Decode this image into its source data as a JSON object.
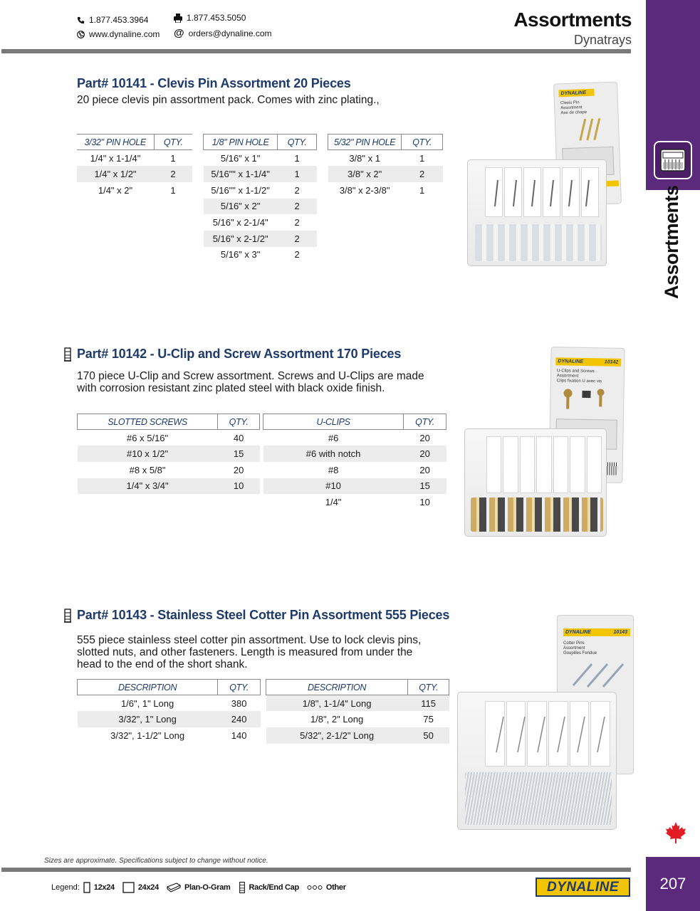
{
  "header": {
    "phone": "1.877.453.3964",
    "fax": "1.877.453.5050",
    "website": "www.dynaline.com",
    "email": "orders@dynaline.com",
    "title": "Assortments",
    "subtitle": "Dynatrays"
  },
  "sidebar": {
    "label": "Assortments",
    "page_number": "207"
  },
  "sections": [
    {
      "title": "Part# 10141 - Clevis Pin Assortment 20 Pieces",
      "description": "20 piece clevis pin assortment pack. Comes with zinc plating.,",
      "tables": [
        {
          "headers": [
            "3/32\" PIN HOLE",
            "QTY."
          ],
          "rows": [
            [
              "1/4\" x 1-1/4\"",
              "1"
            ],
            [
              "1/4\" x 1/2\"",
              "2"
            ],
            [
              "1/4\" x 2\"",
              "1"
            ]
          ]
        },
        {
          "headers": [
            "1/8\" PIN HOLE",
            "QTY."
          ],
          "rows": [
            [
              "5/16\" x 1\"",
              "1"
            ],
            [
              "5/16\"\" x 1-1/4\"",
              "1"
            ],
            [
              "5/16\"\" x 1-1/2\"",
              "2"
            ],
            [
              "5/16\" x 2\"",
              "2"
            ],
            [
              "5/16\" x 2-1/4\"",
              "2"
            ],
            [
              "5/16\" x 2-1/2\"",
              "2"
            ],
            [
              "5/16\" x 3\"",
              "2"
            ]
          ]
        },
        {
          "headers": [
            "5/32\" PIN HOLE",
            "QTY."
          ],
          "rows": [
            [
              "3/8\" x 1",
              "1"
            ],
            [
              "3/8\" x 2\"",
              "2"
            ],
            [
              "3/8\" x 2-3/8\"",
              "1"
            ]
          ]
        }
      ]
    },
    {
      "title": "Part# 10142 - U-Clip and Screw Assortment 170 Pieces",
      "description_lines": [
        "170 piece U-Clip and Screw assortment. Screws and U-Clips are made",
        "with corrosion resistant zinc plated steel with black oxide finish."
      ],
      "tables": [
        {
          "headers": [
            "SLOTTED SCREWS",
            "QTY."
          ],
          "rows": [
            [
              "#6 x 5/16\"",
              "40"
            ],
            [
              "#10 x 1/2\"",
              "15"
            ],
            [
              "#8 x 5/8\"",
              "20"
            ],
            [
              "1/4\" x 3/4\"",
              "10"
            ]
          ]
        },
        {
          "headers": [
            "U-CLIPS",
            "QTY."
          ],
          "rows": [
            [
              "#6",
              "20"
            ],
            [
              "#6 with notch",
              "20"
            ],
            [
              "#8",
              "20"
            ],
            [
              "#10",
              "15"
            ],
            [
              "1/4\"",
              "10"
            ]
          ]
        }
      ]
    },
    {
      "title": "Part# 10143 - Stainless Steel Cotter Pin Assortment 555 Pieces",
      "description_lines": [
        "555 piece stainless steel cotter pin assortment. Use to lock clevis pins,",
        "slotted nuts, and other fasteners. Length is measured from under the",
        "head to the end of the short shank."
      ],
      "tables": [
        {
          "headers": [
            "DESCRIPTION",
            "QTY."
          ],
          "rows": [
            [
              "1/6\", 1\" Long",
              "380"
            ],
            [
              "3/32\", 1\" Long",
              "240"
            ],
            [
              "3/32\", 1-1/2\" Long",
              "140"
            ]
          ]
        },
        {
          "headers": [
            "DESCRIPTION",
            "QTY."
          ],
          "rows": [
            [
              "1/8\", 1-1/4\" Long",
              "115"
            ],
            [
              "1/8\", 2\" Long",
              "75"
            ],
            [
              "5/32\", 2-1/2\" Long",
              "50"
            ]
          ]
        }
      ]
    }
  ],
  "product_labels": {
    "p1": {
      "brand": "DYNALINE",
      "line1": "Clevis Pin",
      "line2": "Assortment",
      "line3": "Axe de chape"
    },
    "p2": {
      "brand": "DYNALINE",
      "number": "10142",
      "line1": "U-Clips and Screws",
      "line2": "Assortment",
      "line3": "Clips fixation U avec vis"
    },
    "p3": {
      "brand": "DYNALINE",
      "number": "10143",
      "line1": "Cotter Pins",
      "line2": "Assortment",
      "line3": "Goupilles Fendue"
    }
  },
  "footer": {
    "disclaimer": "Sizes are approximate. Specifications subject to change without notice.",
    "legend_label": "Legend:",
    "legend_items": [
      "12x24",
      "24x24",
      "Plan-O-Gram",
      "Rack/End Cap",
      "Other"
    ],
    "logo": "DYNALINE"
  },
  "colors": {
    "purple": "#5b2a7c",
    "navy": "#1e3a6b",
    "yellow": "#f2c500",
    "rule_gray": "#7a7a7a"
  }
}
